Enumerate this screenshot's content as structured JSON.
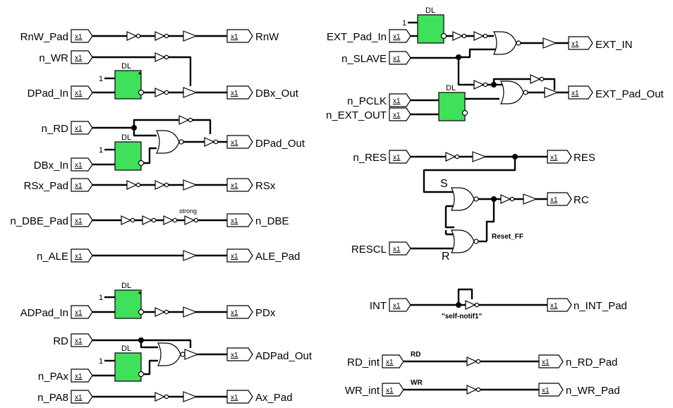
{
  "ports": {
    "rnw_pad": "RnW_Pad",
    "rnw": "RnW",
    "n_wr": "n_WR",
    "dpad_in": "DPad_In",
    "dbx_out": "DBx_Out",
    "n_rd": "n_RD",
    "dbx_in": "DBx_In",
    "dpad_out": "DPad_Out",
    "rsx_pad": "RSx_Pad",
    "rsx": "RSx",
    "n_dbe_pad": "n_DBE_Pad",
    "n_dbe": "n_DBE",
    "n_ale": "n_ALE",
    "ale_pad": "ALE_Pad",
    "adpad_in": "ADPad_In",
    "pdx": "PDx",
    "rd": "RD",
    "adpad_out": "ADPad_Out",
    "n_pax": "n_PAx",
    "n_pa8": "n_PA8",
    "ax_pad": "Ax_Pad",
    "ext_pad_in": "EXT_Pad_In",
    "ext_in": "EXT_IN",
    "n_slave": "n_SLAVE",
    "n_pclk": "n_PCLK",
    "n_ext_out": "n_EXT_OUT",
    "ext_pad_out": "EXT_Pad_Out",
    "n_res": "n_RES",
    "res": "RES",
    "rc": "RC",
    "rescl": "RESCL",
    "int": "INT",
    "n_int_pad": "n_INT_Pad",
    "rd_int": "RD_int",
    "n_rd_pad": "n_RD_Pad",
    "wr_int": "WR_int",
    "n_wr_pad": "n_WR_Pad"
  },
  "labels": {
    "pin_mark": "x1",
    "latch": "DL",
    "latch_one": "1",
    "strong": "strong",
    "s_pin": "S",
    "r_pin": "R",
    "reset_ff": "Reset_FF",
    "self_notif": "\"self-notif1\"",
    "wire_rd": "RD",
    "wire_wr": "WR"
  },
  "colors": {
    "latch_fill": "#3fe05a",
    "wire": "#000000",
    "background": "#ffffff"
  }
}
